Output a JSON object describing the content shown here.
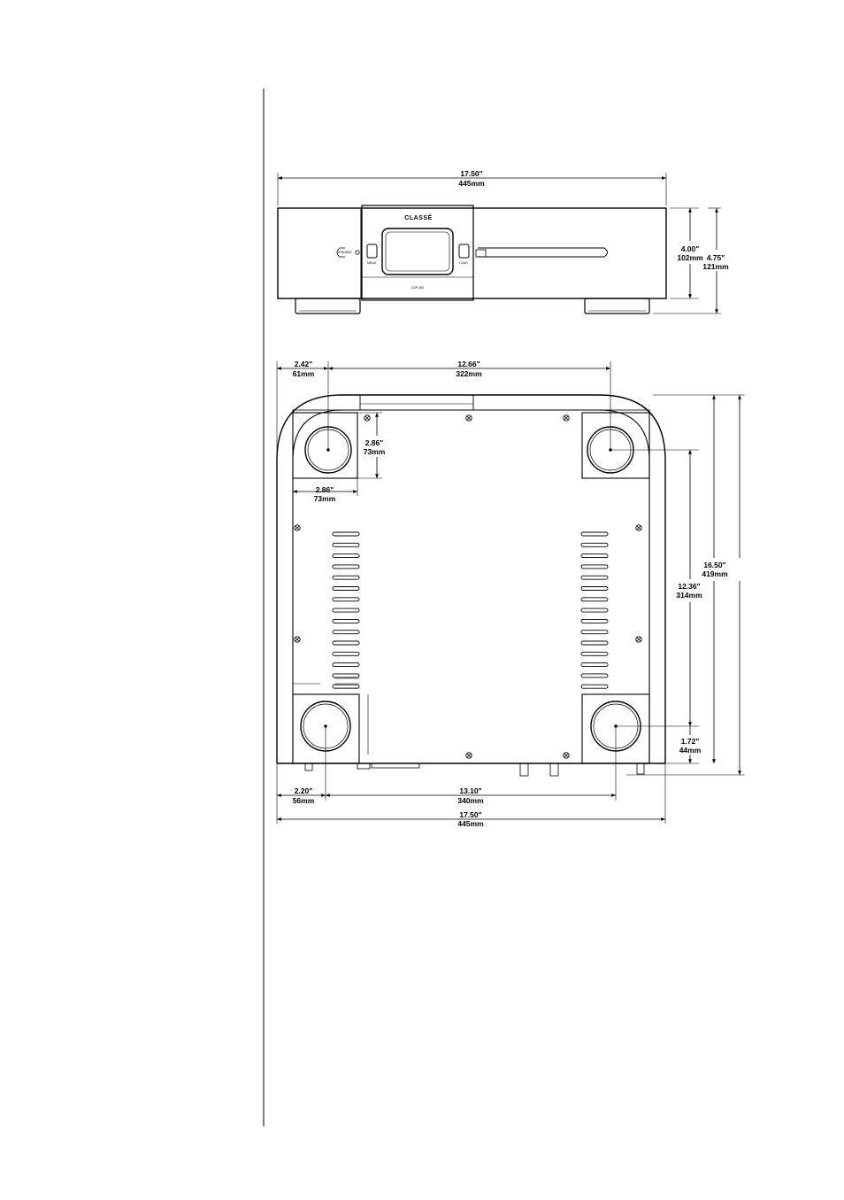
{
  "front_view": {
    "width_in": "17.50\"",
    "width_mm": "445mm",
    "height_body_in": "4.00\"",
    "height_body_mm": "102mm",
    "height_total_in": "4.75\"",
    "height_total_mm": "121mm",
    "brand": "CLASSÉ",
    "model": "CDP-300",
    "standby_label": "STANDBY",
    "menu_label": "MENU",
    "load_label": "LOAD"
  },
  "bottom_view": {
    "foot_offset_in": "2.42\"",
    "foot_offset_mm": "61mm",
    "foot_spacing_top_in": "12.66\"",
    "foot_spacing_top_mm": "322mm",
    "foot_size_h_in": "2.86\"",
    "foot_size_h_mm": "73mm",
    "foot_size_w_in": "2.86\"",
    "foot_size_w_mm": "73mm",
    "depth_total_in": "16.50\"",
    "depth_total_mm": "419mm",
    "foot_spacing_depth_in": "12.36\"",
    "foot_spacing_depth_mm": "314mm",
    "rear_foot_offset_in": "1.72\"",
    "rear_foot_offset_mm": "44mm",
    "left_rear_offset_in": "2.20\"",
    "left_rear_offset_mm": "56mm",
    "foot_spacing_bottom_in": "13.10\"",
    "foot_spacing_bottom_mm": "340mm",
    "width_in": "17.50\"",
    "width_mm": "445mm"
  }
}
